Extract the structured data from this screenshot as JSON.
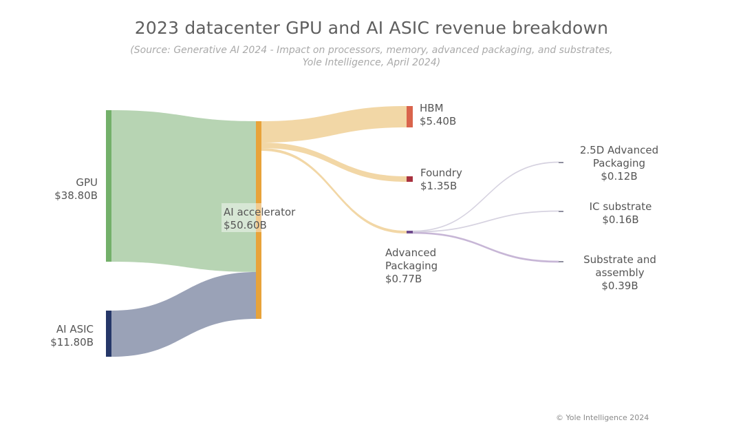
{
  "chart_data": {
    "type": "sankey",
    "title": "2023 datacenter GPU and AI ASIC revenue breakdown",
    "subtitle_lines": [
      "(Source: Generative AI 2024 - Impact on processors, memory, advanced packaging, and substrates,",
      "Yole Intelligence, April 2024)"
    ],
    "nodes": [
      {
        "id": "gpu",
        "label": [
          "GPU",
          "$38.80B"
        ],
        "value": 38.8,
        "color": "#73b06a"
      },
      {
        "id": "asic",
        "label": [
          "AI ASIC",
          "$11.80B"
        ],
        "value": 11.8,
        "color": "#263768"
      },
      {
        "id": "ai",
        "label": [
          "AI accelerator",
          "$50.60B"
        ],
        "value": 50.6,
        "color": "#e8a33a"
      },
      {
        "id": "hbm",
        "label": [
          "HBM",
          "$5.40B"
        ],
        "value": 5.4,
        "color": "#d9644c"
      },
      {
        "id": "foundry",
        "label": [
          "Foundry",
          "$1.35B"
        ],
        "value": 1.35,
        "color": "#a8323f"
      },
      {
        "id": "adv",
        "label": [
          "Advanced",
          "Packaging",
          "$0.77B"
        ],
        "value": 0.77,
        "color": "#6e4a8c"
      },
      {
        "id": "s25",
        "label": [
          "2.5D Advanced",
          "Packaging",
          "$0.12B"
        ],
        "value": 0.12,
        "color": "#8e8e9e"
      },
      {
        "id": "ics",
        "label": [
          "IC substrate",
          "$0.16B"
        ],
        "value": 0.16,
        "color": "#8e8e9e"
      },
      {
        "id": "sub",
        "label": [
          "Substrate and",
          "assembly",
          "$0.39B"
        ],
        "value": 0.39,
        "color": "#8e8e9e"
      }
    ],
    "links": [
      {
        "source": "gpu",
        "target": "ai",
        "value": 38.8,
        "color": "#b7d4b3"
      },
      {
        "source": "asic",
        "target": "ai",
        "value": 11.8,
        "color": "#9aa2b7"
      },
      {
        "source": "ai",
        "target": "hbm",
        "value": 5.4,
        "color": "#f2d7a6"
      },
      {
        "source": "ai",
        "target": "foundry",
        "value": 1.35,
        "color": "#f2d7a6"
      },
      {
        "source": "ai",
        "target": "adv",
        "value": 0.77,
        "color": "#f2d7a6"
      },
      {
        "source": "adv",
        "target": "s25",
        "value": 0.12,
        "color": "#d6d2e0"
      },
      {
        "source": "adv",
        "target": "ics",
        "value": 0.16,
        "color": "#d6d2e0"
      },
      {
        "source": "adv",
        "target": "sub",
        "value": 0.39,
        "color": "#c7b6d6"
      }
    ]
  },
  "footer": {
    "copyright": "© Yole Intelligence 2024"
  }
}
